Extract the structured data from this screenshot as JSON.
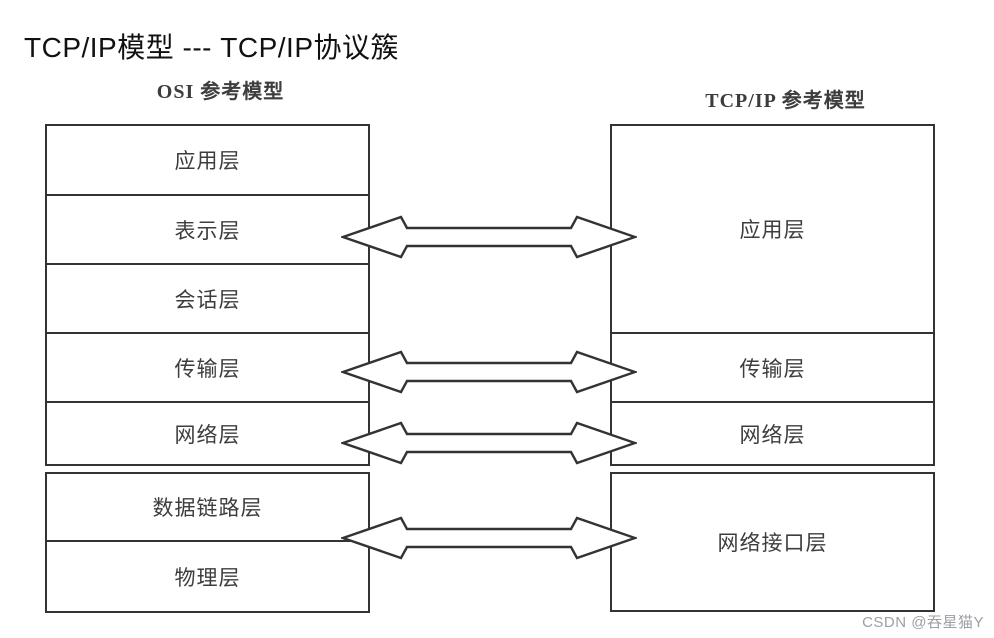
{
  "page": {
    "title": "TCP/IP模型 --- TCP/IP协议簇",
    "watermark": "CSDN @吞星猫Y"
  },
  "diagram": {
    "osi": {
      "header": "OSI 参考模型",
      "layers": [
        "应用层",
        "表示层",
        "会话层",
        "传输层",
        "网络层",
        "数据链路层",
        "物理层"
      ]
    },
    "tcpip": {
      "header": "TCP/IP 参考模型",
      "layers": [
        "应用层",
        "传输层",
        "网络层",
        "网络接口层"
      ]
    },
    "arrows": [
      {
        "from": "表示层",
        "to": "应用层"
      },
      {
        "from": "传输层",
        "to": "传输层"
      },
      {
        "from": "网络层",
        "to": "网络层"
      },
      {
        "from": "数据链路层",
        "to": "网络接口层"
      }
    ],
    "colors": {
      "line": "#333333",
      "text": "#3d3d3d",
      "title": "#111111",
      "watermark": "#9b9fa3",
      "background": "#ffffff"
    }
  }
}
